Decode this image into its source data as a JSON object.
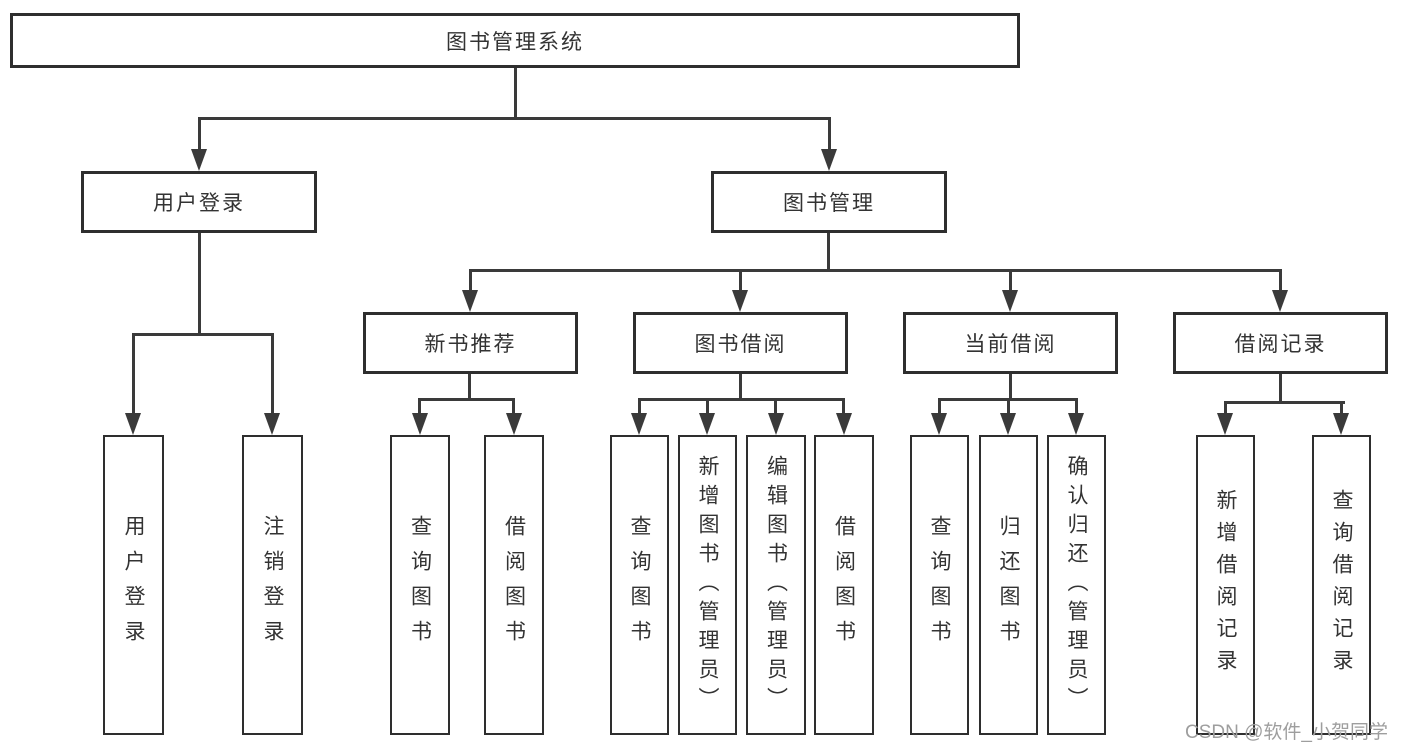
{
  "title": "图书管理系统",
  "watermark": "CSDN @软件_小贺同学",
  "colors": {
    "line": "#3a3a3a",
    "box_border": "#2e2e2e",
    "text": "#333333",
    "background": "#ffffff",
    "watermark": "#9e9e9e"
  },
  "tree": {
    "label": "图书管理系统",
    "children": [
      {
        "label": "用户登录",
        "children": [
          {
            "label": "用户登录"
          },
          {
            "label": "注销登录"
          }
        ]
      },
      {
        "label": "图书管理",
        "children": [
          {
            "label": "新书推荐",
            "children": [
              {
                "label": "查询图书"
              },
              {
                "label": "借阅图书"
              }
            ]
          },
          {
            "label": "图书借阅",
            "children": [
              {
                "label": "查询图书"
              },
              {
                "label": "新增图书（管理员）"
              },
              {
                "label": "编辑图书（管理员）"
              },
              {
                "label": "借阅图书"
              }
            ]
          },
          {
            "label": "当前借阅",
            "children": [
              {
                "label": "查询图书"
              },
              {
                "label": "归还图书"
              },
              {
                "label": "确认归还（管理员）"
              }
            ]
          },
          {
            "label": "借阅记录",
            "children": [
              {
                "label": "新增借阅记录"
              },
              {
                "label": "查询借阅记录"
              }
            ]
          }
        ]
      }
    ]
  }
}
